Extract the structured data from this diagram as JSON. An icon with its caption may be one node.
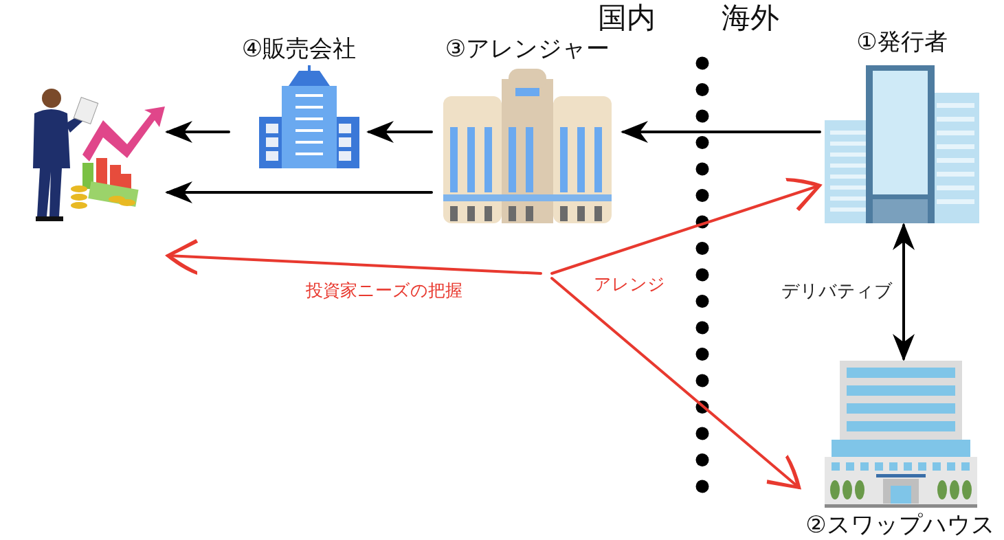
{
  "diagram": {
    "nodes": [
      {
        "text": [],
        "shape": "picture"
      },
      {
        "text": [
          "④販売会社"
        ]
      },
      {
        "text": [
          "③アレンジャー"
        ]
      },
      {
        "text": [
          "①発行者"
        ]
      },
      {
        "text": [
          "②スワップハウス"
        ]
      }
    ],
    "edges": [
      {
        "from": 1,
        "to": 0,
        "arrow": "to"
      },
      {
        "from": 2,
        "to": 1,
        "arrow": "to"
      },
      {
        "from": 3,
        "to": 2,
        "arrow": "to"
      },
      {
        "from": 2,
        "to": 0,
        "arrow": "to"
      },
      {
        "from": 3,
        "to": 4,
        "arrow": "both",
        "label": "デリバティブ"
      },
      {
        "from": null,
        "to": 0,
        "arrow": "to",
        "label": "投資家ニーズの把握",
        "color": "#e8392f"
      },
      {
        "from": null,
        "to": 3,
        "arrow": "to",
        "label": "アレンジ",
        "color": "#e8392f"
      },
      {
        "from": null,
        "to": 4,
        "arrow": "to",
        "color": "#e8392f"
      }
    ],
    "labels": [
      "国内",
      "海外"
    ]
  }
}
